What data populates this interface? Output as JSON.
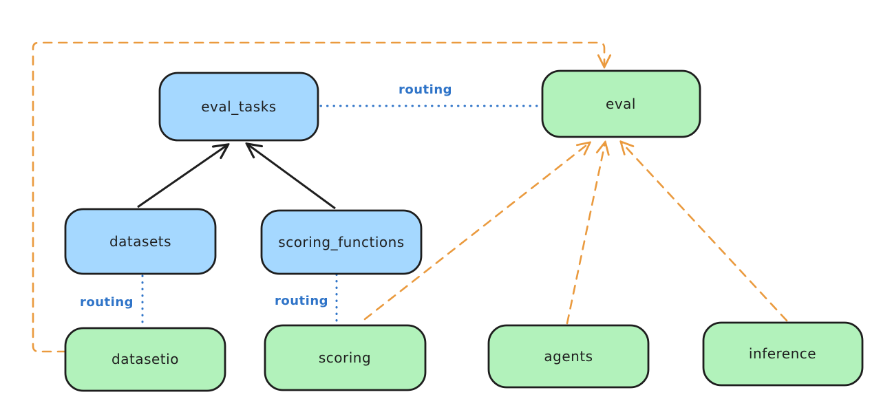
{
  "diagram": {
    "type": "architecture-diagram",
    "nodes": [
      {
        "id": "eval_tasks",
        "label": "eval_tasks",
        "group": "api",
        "fill": "#a5d8ff"
      },
      {
        "id": "datasets",
        "label": "datasets",
        "group": "api",
        "fill": "#a5d8ff"
      },
      {
        "id": "scoring_functions",
        "label": "scoring_functions",
        "group": "api",
        "fill": "#a5d8ff"
      },
      {
        "id": "eval",
        "label": "eval",
        "group": "provider",
        "fill": "#b2f2bb"
      },
      {
        "id": "datasetio",
        "label": "datasetio",
        "group": "provider",
        "fill": "#b2f2bb"
      },
      {
        "id": "scoring",
        "label": "scoring",
        "group": "provider",
        "fill": "#b2f2bb"
      },
      {
        "id": "agents",
        "label": "agents",
        "group": "provider",
        "fill": "#b2f2bb"
      },
      {
        "id": "inference",
        "label": "inference",
        "group": "provider",
        "fill": "#b2f2bb"
      }
    ],
    "edges": [
      {
        "from": "datasets",
        "to": "eval_tasks",
        "style": "solid-arrow",
        "label": ""
      },
      {
        "from": "scoring_functions",
        "to": "eval_tasks",
        "style": "solid-arrow",
        "label": ""
      },
      {
        "from": "eval_tasks",
        "to": "eval",
        "style": "dotted",
        "label": "routing"
      },
      {
        "from": "datasets",
        "to": "datasetio",
        "style": "dotted",
        "label": "routing"
      },
      {
        "from": "scoring_functions",
        "to": "scoring",
        "style": "dotted",
        "label": "routing"
      },
      {
        "from": "datasetio",
        "to": "eval",
        "style": "dashed-arrow",
        "label": ""
      },
      {
        "from": "scoring",
        "to": "eval",
        "style": "dashed-arrow",
        "label": ""
      },
      {
        "from": "agents",
        "to": "eval",
        "style": "dashed-arrow",
        "label": ""
      },
      {
        "from": "inference",
        "to": "eval",
        "style": "dashed-arrow",
        "label": ""
      }
    ],
    "colors": {
      "api_box_fill": "#a5d8ff",
      "provider_box_fill": "#b2f2bb",
      "box_stroke": "#1e1e1e",
      "solid_arrow": "#1e1e1e",
      "routing_blue": "#2f74c8",
      "dashed_orange": "#ea9a3e",
      "background": "#ffffff"
    }
  }
}
